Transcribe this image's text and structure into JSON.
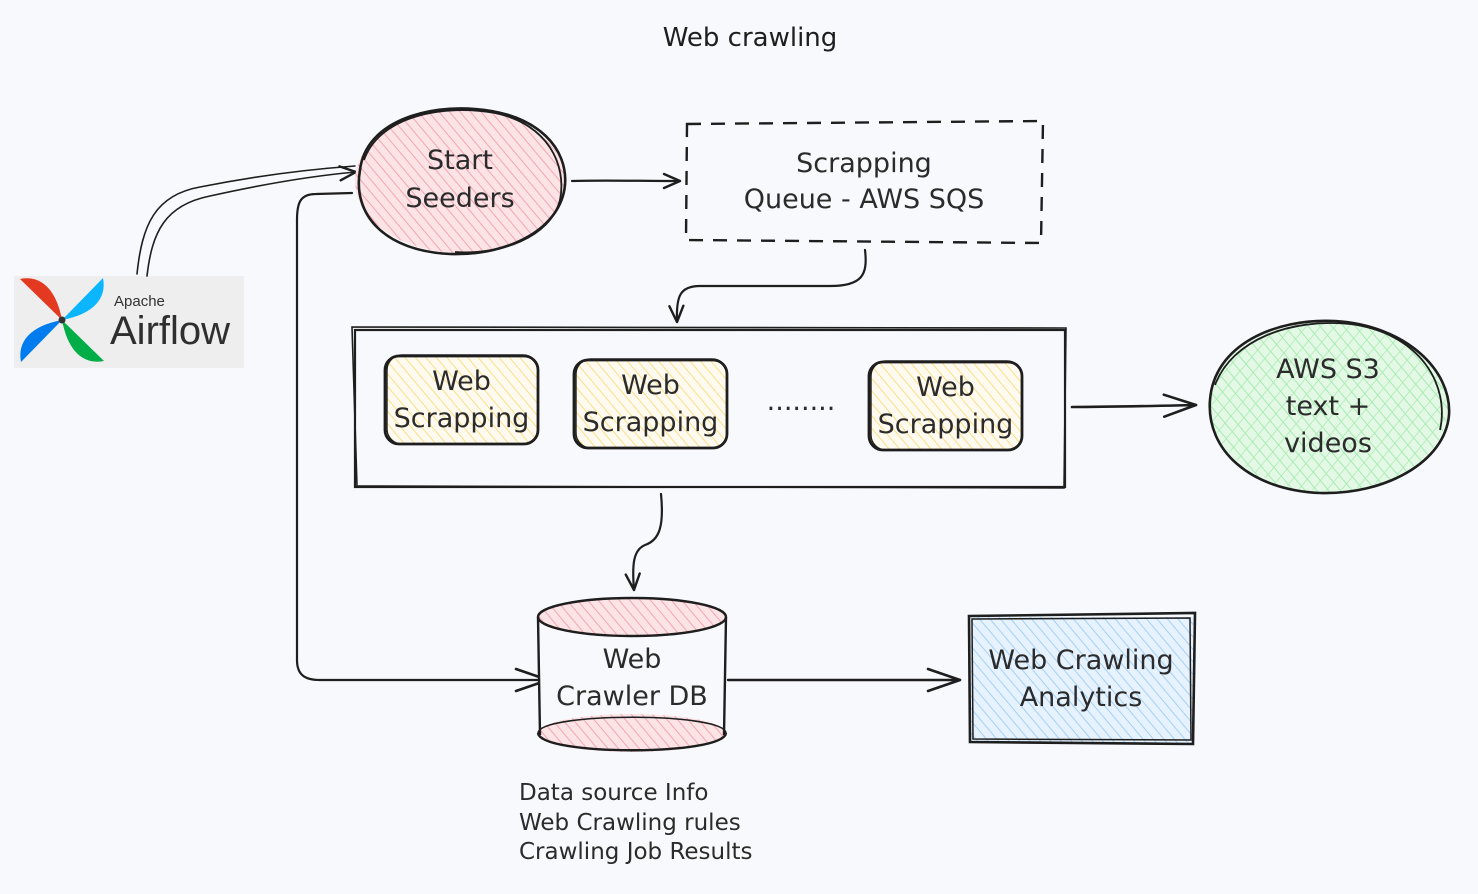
{
  "title": "Web crawling",
  "logo": {
    "top": "Apache",
    "name": "Airflow",
    "icon": "airflow-pinwheel-icon",
    "colors": [
      "#e43921",
      "#00ad46",
      "#0cb6ff",
      "#017cee",
      "#04d659"
    ]
  },
  "nodes": {
    "seeders": {
      "lines": [
        "Start",
        "Seeders"
      ],
      "fill": "#f5b8bf"
    },
    "queue": {
      "lines": [
        "Scrapping",
        "Queue - AWS SQS"
      ]
    },
    "workers": [
      {
        "lines": [
          "Web",
          "Scrapping"
        ]
      },
      {
        "lines": [
          "Web",
          "Scrapping"
        ]
      },
      {
        "lines": [
          "Web",
          "Scrapping"
        ]
      }
    ],
    "workers_ellipsis": "........",
    "s3": {
      "lines": [
        "AWS S3",
        "text +",
        "videos"
      ],
      "fill": "#b2f2bb"
    },
    "db": {
      "lines": [
        "Web",
        "Crawler DB"
      ],
      "fill": "#f5b8bf"
    },
    "analytics": {
      "lines": [
        "Web Crawling",
        "Analytics"
      ],
      "fill": "#a5d8ff"
    }
  },
  "db_notes": [
    "Data source Info",
    "Web Crawling rules",
    "Crawling Job Results"
  ],
  "colors": {
    "stroke": "#1e1e1e",
    "worker_fill": "#ffec99",
    "background": "#f8f9fc"
  }
}
